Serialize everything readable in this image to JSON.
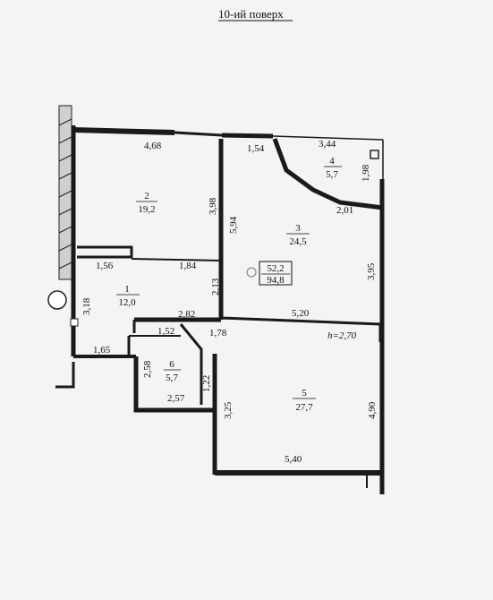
{
  "floor_title": "10-ий поверх",
  "ceiling_height": "h=2,70",
  "totals": {
    "living_area": "52,2",
    "total_area": "94,8"
  },
  "rooms": [
    {
      "number": "1",
      "area": "12,0"
    },
    {
      "number": "2",
      "area": "19,2"
    },
    {
      "number": "3",
      "area": "24,5"
    },
    {
      "number": "4",
      "area": "5,7"
    },
    {
      "number": "5",
      "area": "27,7"
    },
    {
      "number": "6",
      "area": "5,7"
    }
  ],
  "dimensions": {
    "room2_top": "4,68",
    "corridor_top": "1,54",
    "room4_top": "3,44",
    "room4_right": "1,98",
    "room4_bottom": "2,01",
    "room2_right": "3,98",
    "room3_left": "5,94",
    "room3_right": "3,95",
    "room1_top_left": "1,56",
    "room1_top_right": "1,84",
    "room1_right": "2,13",
    "room1_left": "3,18",
    "hall_top": "2,82",
    "room5_top": "5,20",
    "bath_top": "1,52",
    "hall_segment": "1,78",
    "entrance_top": "1,65",
    "room6_left": "2,58",
    "room6_right": "1,22",
    "room6_bottom": "2,57",
    "room5_left": "3,25",
    "room5_right": "4,90",
    "room5_bottom": "5,40"
  }
}
